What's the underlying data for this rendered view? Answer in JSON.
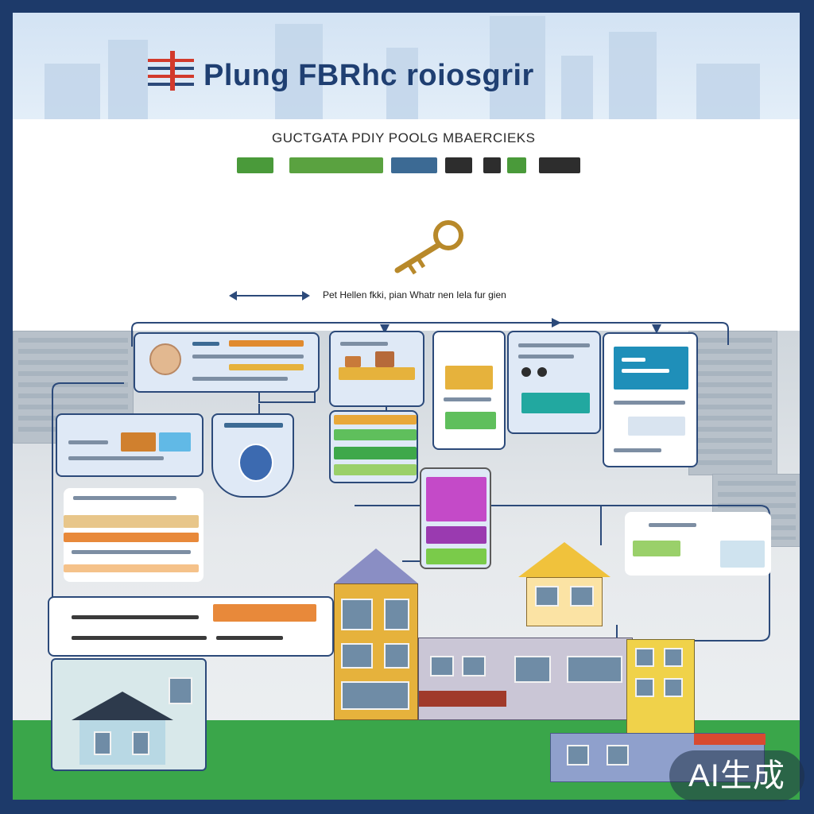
{
  "header": {
    "title": "Plung FBRhc roiosgrir",
    "subtitle": "GUCTGATA PDIY POOLG MBAERCIEKS"
  },
  "flow": {
    "arrow_caption": "Pet Hellen fkki, pian Whatr nen Iela fur gien"
  },
  "badge": {
    "label": "AI生成"
  },
  "icons": {
    "key": "key-icon",
    "logo": "flag-logo-icon"
  },
  "colors": {
    "frame": "#1d3a6a",
    "title": "#1f3f72",
    "accent_red": "#d23a2c",
    "accent_green": "#4a9a3a",
    "panel_border": "#2c4a7a",
    "lawn": "#3aa64a"
  }
}
